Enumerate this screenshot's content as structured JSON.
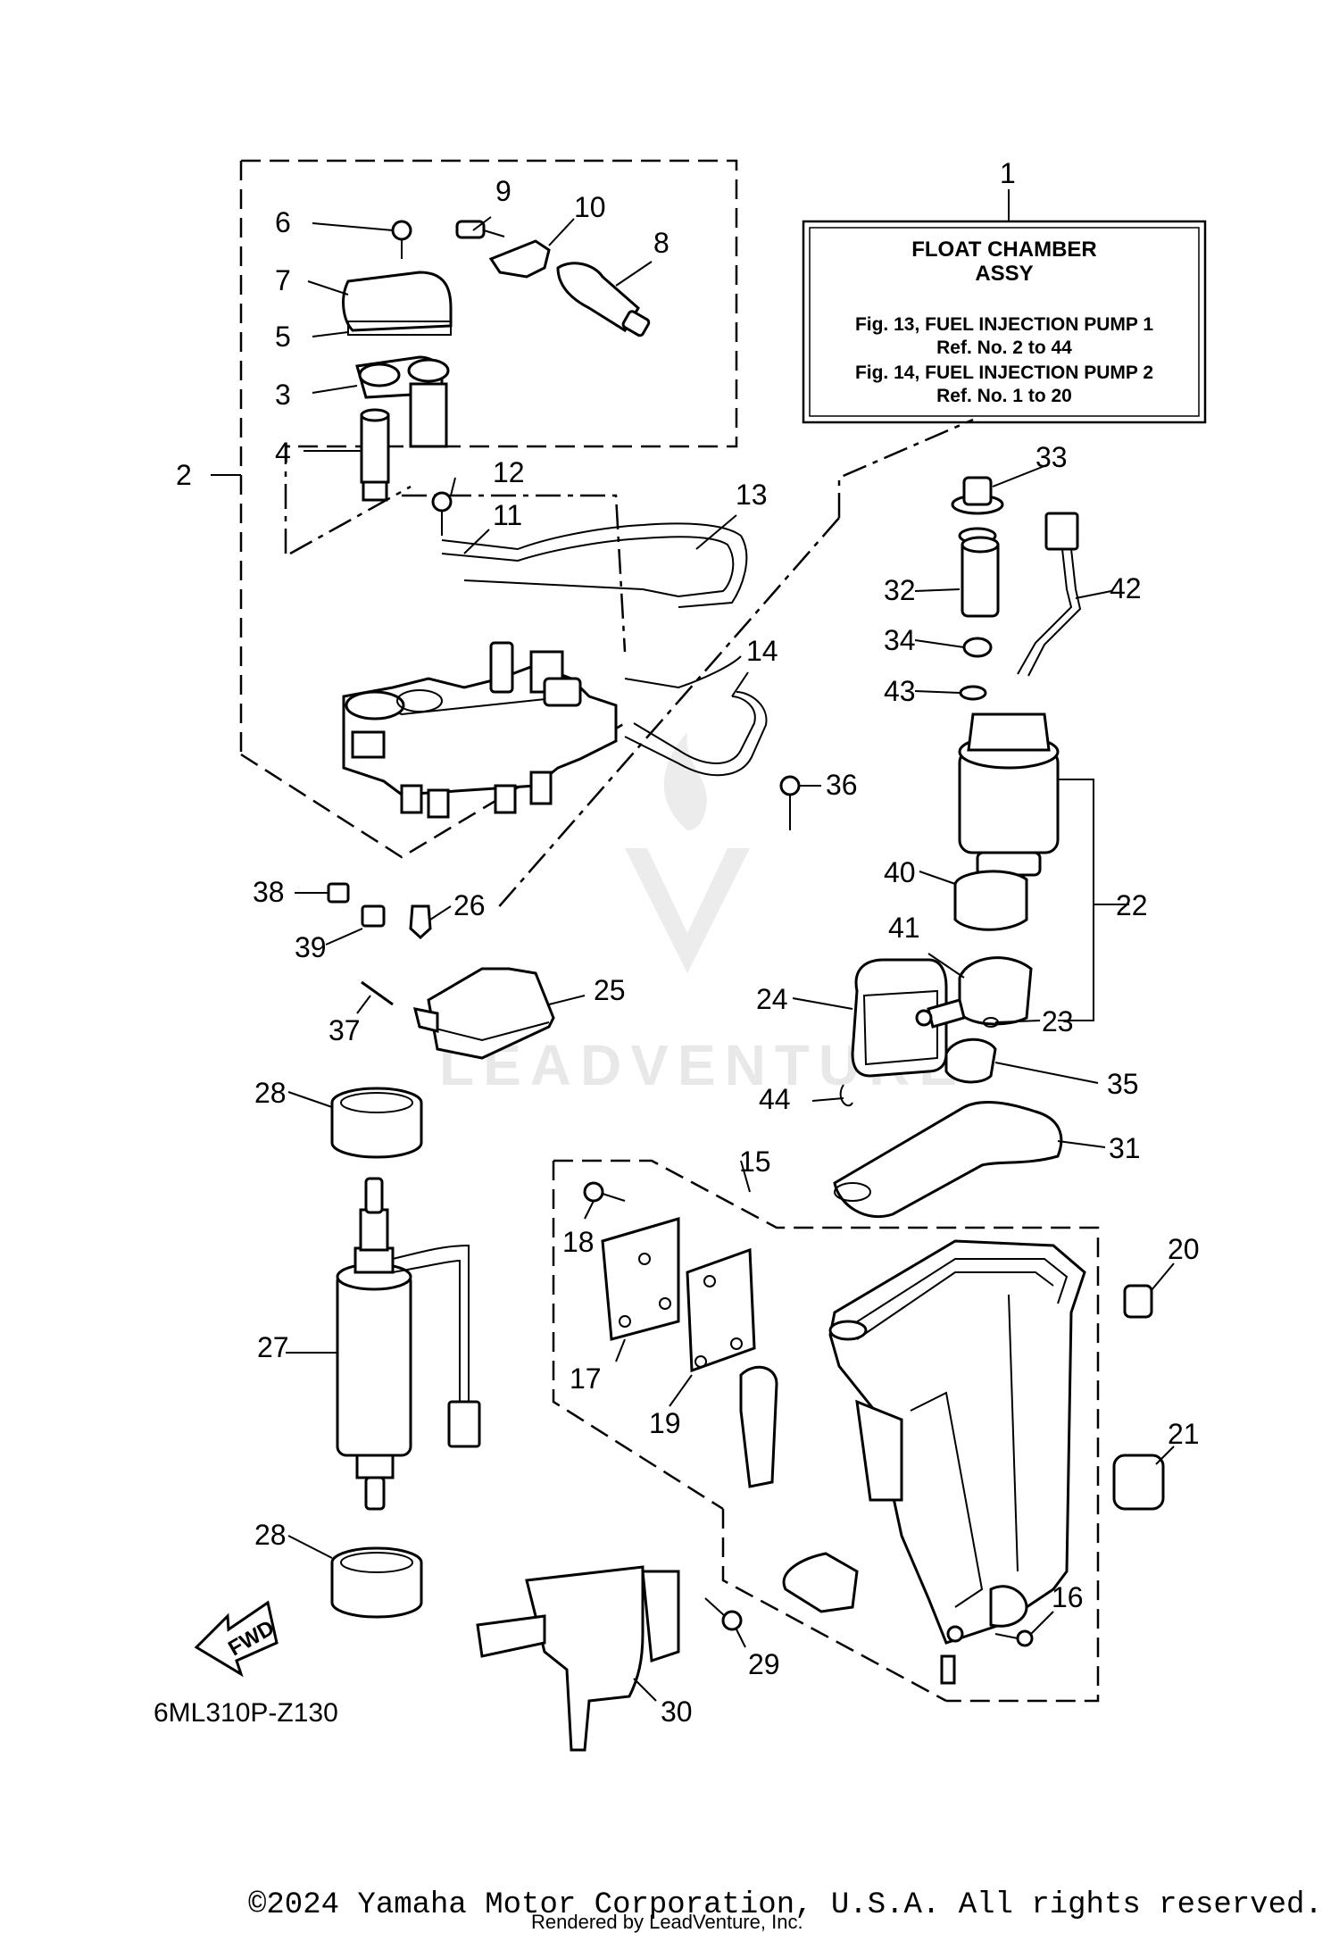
{
  "info_box": {
    "ref": "1",
    "title_line1": "FLOAT CHAMBER",
    "title_line2": "ASSY",
    "fig1": "Fig. 13, FUEL INJECTION PUMP 1",
    "fig1_ref": "Ref. No. 2 to 44",
    "fig2": "Fig. 14, FUEL INJECTION PUMP 2",
    "fig2_ref": "Ref. No. 1 to 20"
  },
  "callouts": {
    "c2": "2",
    "c3": "3",
    "c4": "4",
    "c5": "5",
    "c6": "6",
    "c7": "7",
    "c8": "8",
    "c9": "9",
    "c10": "10",
    "c11": "11",
    "c12": "12",
    "c13": "13",
    "c14": "14",
    "c15": "15",
    "c16": "16",
    "c17": "17",
    "c18": "18",
    "c19": "19",
    "c20": "20",
    "c21": "21",
    "c22": "22",
    "c23": "23",
    "c24": "24",
    "c25": "25",
    "c26": "26",
    "c27": "27",
    "c28a": "28",
    "c28b": "28",
    "c29": "29",
    "c30": "30",
    "c31": "31",
    "c32": "32",
    "c33": "33",
    "c34": "34",
    "c35": "35",
    "c36": "36",
    "c37": "37",
    "c38": "38",
    "c39": "39",
    "c40": "40",
    "c41": "41",
    "c42": "42",
    "c43": "43",
    "c44": "44"
  },
  "fwd_label": "FWD",
  "diagram_code": "6ML310P-Z130",
  "copyright": "©2024 Yamaha Motor Corporation, U.S.A. All rights reserved.",
  "rendered_by": "Rendered by LeadVenture, Inc.",
  "watermark": "LEADVENTURE"
}
